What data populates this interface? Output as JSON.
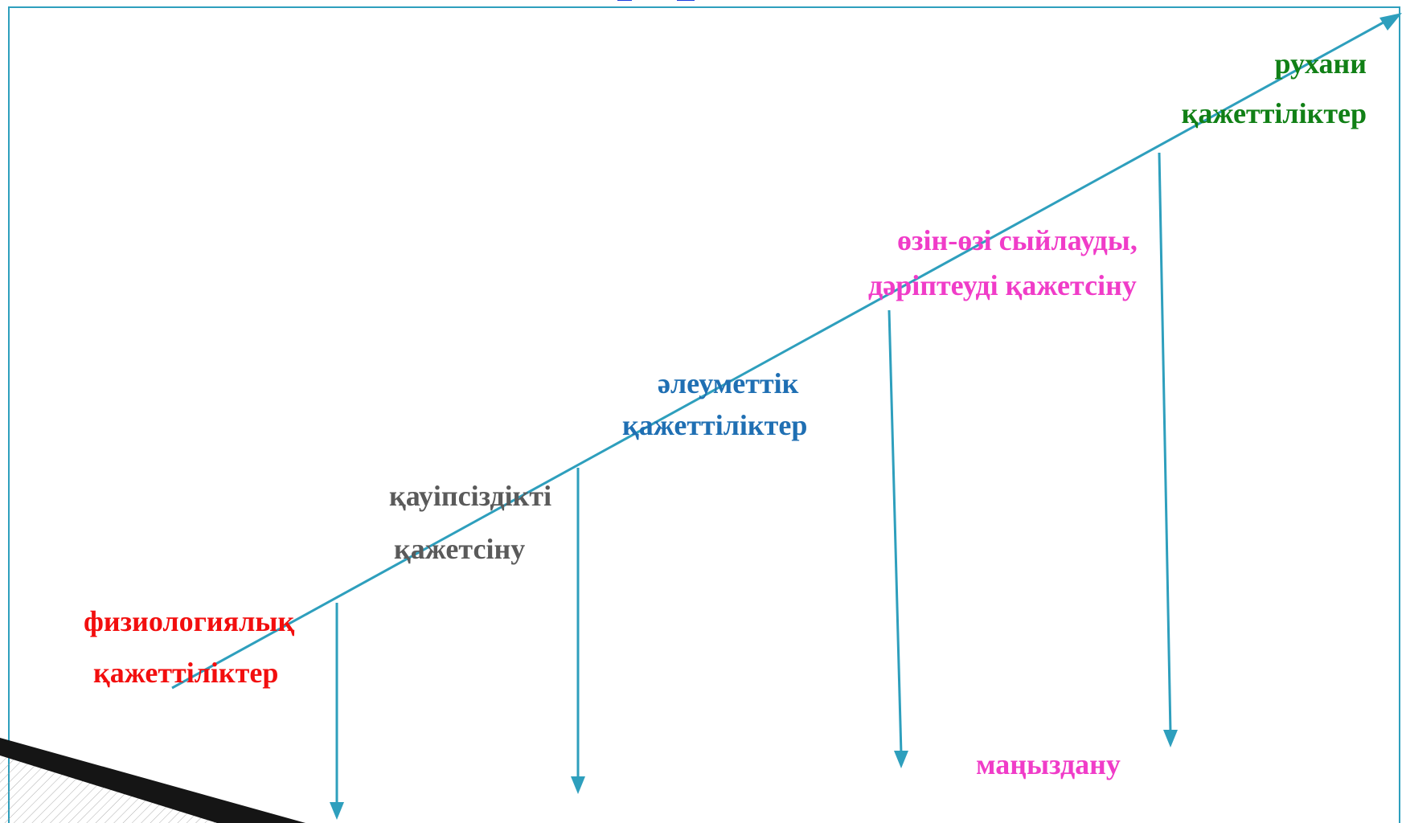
{
  "colors": {
    "line": "#2e9fbd",
    "frame": "#2e9fbd",
    "physiological": "#f20e0e",
    "safety": "#5a5a5a",
    "social": "#1f6fb3",
    "esteem": "#f03cc8",
    "spiritual": "#118016",
    "significance": "#f03cc8",
    "corner_decor": "#1a1a1a"
  },
  "labels": {
    "physiological": [
      "физиологиялық",
      "қажеттіліктер"
    ],
    "safety": [
      "қауіпсіздікті",
      "қажетсіну"
    ],
    "social": [
      "әлеуметтік",
      "қажеттіліктер"
    ],
    "esteem": [
      "өзін-өзі сыйлауды,",
      "дәріптеуді қажетсіну"
    ],
    "spiritual": [
      "рухани",
      "қажеттіліктер"
    ],
    "significance": "маңыздану"
  },
  "icons": {
    "corner": "corner-wedge-icon",
    "arrow": "arrow-down-icon"
  }
}
